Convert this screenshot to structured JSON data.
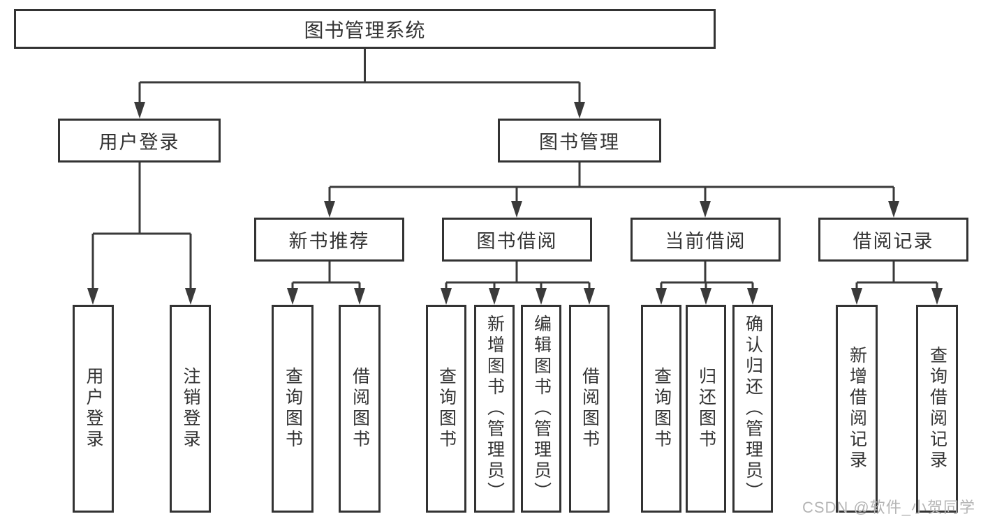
{
  "colors": {
    "line": "#3a3a3a",
    "border": "#333333",
    "text": "#333333",
    "watermark": "#b5b5b5",
    "background": "#ffffff"
  },
  "watermark": "CSDN @软件_小贺同学",
  "tree": {
    "label": "图书管理系统",
    "children": [
      {
        "label": "用户登录",
        "children": [
          {
            "label": "用户登录"
          },
          {
            "label": "注销登录"
          }
        ]
      },
      {
        "label": "图书管理",
        "children": [
          {
            "label": "新书推荐",
            "children": [
              {
                "label": "查询图书"
              },
              {
                "label": "借阅图书"
              }
            ]
          },
          {
            "label": "图书借阅",
            "children": [
              {
                "label": "查询图书"
              },
              {
                "label": "新增图书（管理员）"
              },
              {
                "label": "编辑图书（管理员）"
              },
              {
                "label": "借阅图书"
              }
            ]
          },
          {
            "label": "当前借阅",
            "children": [
              {
                "label": "查询图书"
              },
              {
                "label": "归还图书"
              },
              {
                "label": "确认归还（管理员）"
              }
            ]
          },
          {
            "label": "借阅记录",
            "children": [
              {
                "label": "新增借阅记录"
              },
              {
                "label": "查询借阅记录"
              }
            ]
          }
        ]
      }
    ]
  }
}
